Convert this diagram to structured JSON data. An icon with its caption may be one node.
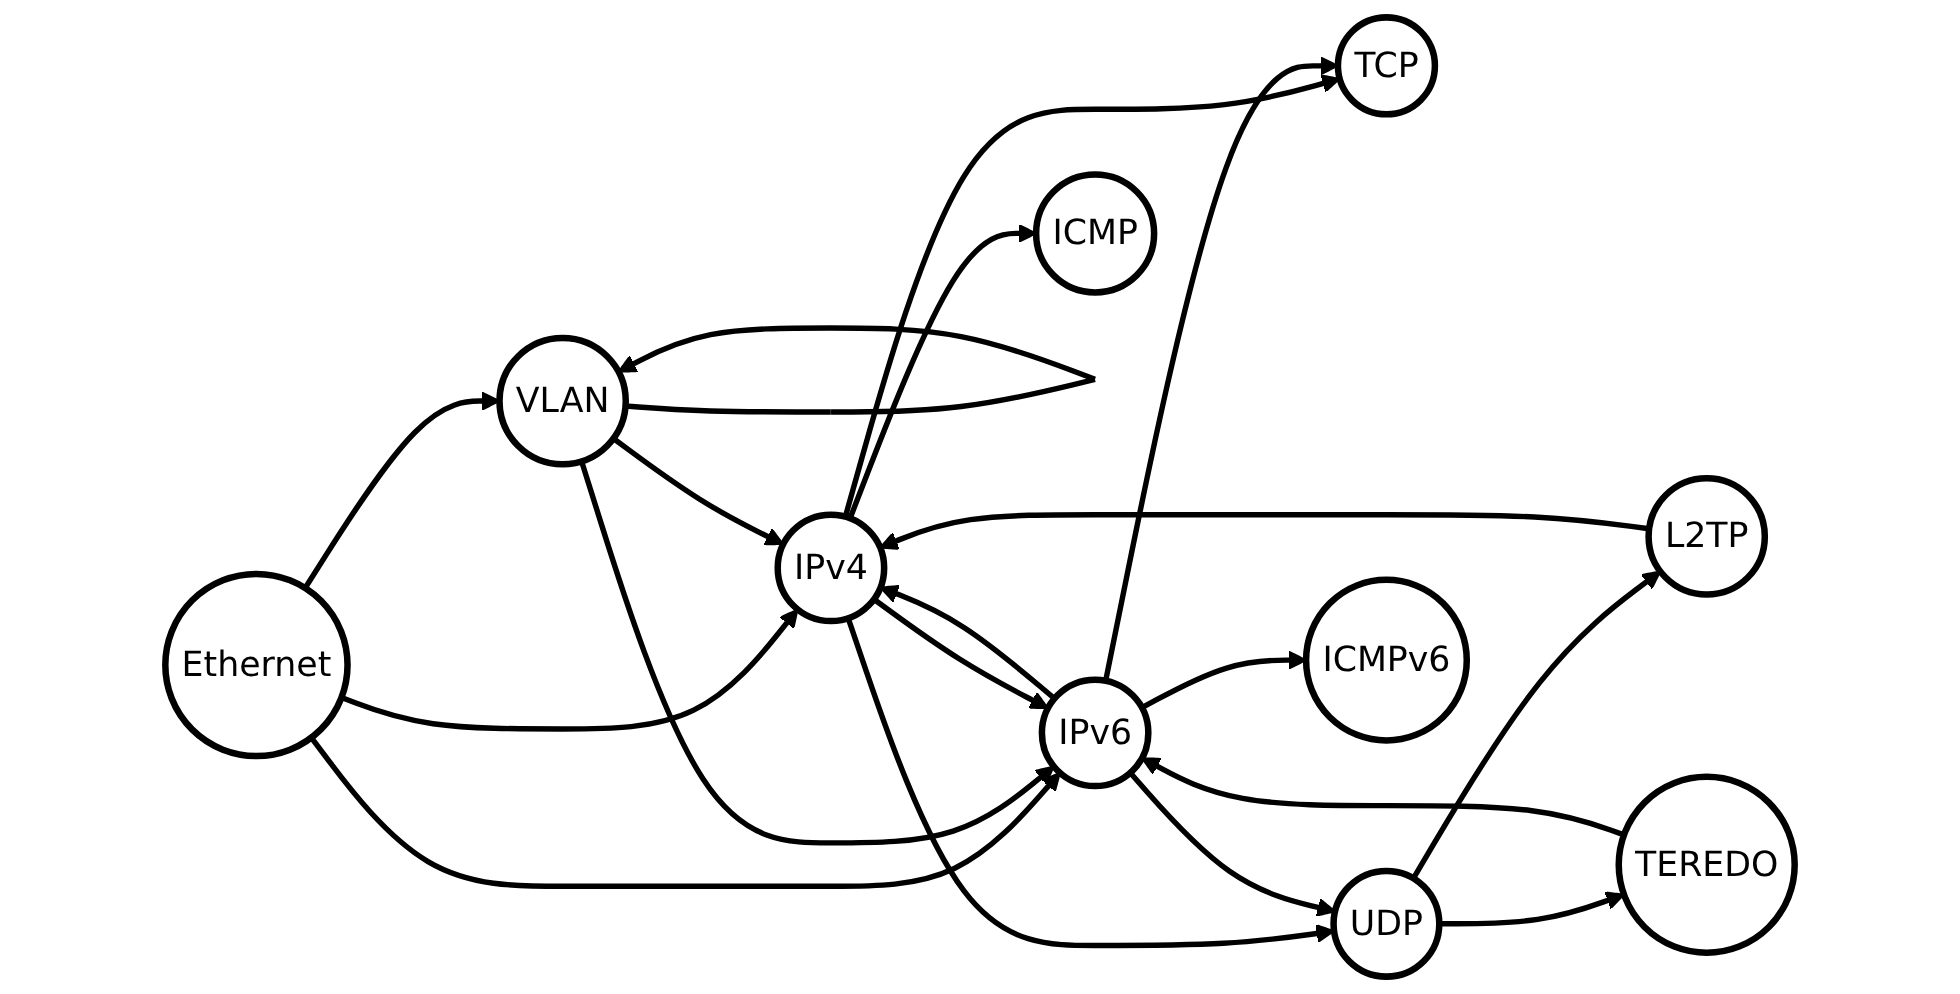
{
  "diagram": {
    "nodes": [
      {
        "text": [
          "Ethernet"
        ]
      },
      {
        "text": [
          "VLAN"
        ]
      },
      {
        "text": [
          "IPv4"
        ]
      },
      {
        "text": [
          "IPv6"
        ]
      },
      {
        "text": [
          "ICMP"
        ]
      },
      {
        "text": [
          "TCP"
        ]
      },
      {
        "text": [
          "UDP"
        ]
      },
      {
        "text": [
          "ICMPv6"
        ]
      },
      {
        "text": [
          "L2TP"
        ]
      },
      {
        "text": [
          "TEREDO"
        ]
      }
    ],
    "edges": [
      {
        "from": 0,
        "to": 1,
        "arrow": "to"
      },
      {
        "from": 0,
        "to": 2,
        "arrow": "to"
      },
      {
        "from": 0,
        "to": 3,
        "arrow": "to"
      },
      {
        "from": 1,
        "to": 1,
        "arrow": "to"
      },
      {
        "from": 1,
        "to": 2,
        "arrow": "to"
      },
      {
        "from": 1,
        "to": 3,
        "arrow": "to"
      },
      {
        "from": 2,
        "to": 3,
        "arrow": "to"
      },
      {
        "from": 3,
        "to": 2,
        "arrow": "to"
      },
      {
        "from": 2,
        "to": 4,
        "arrow": "to"
      },
      {
        "from": 2,
        "to": 5,
        "arrow": "to"
      },
      {
        "from": 2,
        "to": 6,
        "arrow": "to"
      },
      {
        "from": 3,
        "to": 5,
        "arrow": "to"
      },
      {
        "from": 3,
        "to": 6,
        "arrow": "to"
      },
      {
        "from": 3,
        "to": 7,
        "arrow": "to"
      },
      {
        "from": 6,
        "to": 8,
        "arrow": "to"
      },
      {
        "from": 6,
        "to": 9,
        "arrow": "to"
      },
      {
        "from": 8,
        "to": 2,
        "arrow": "to"
      },
      {
        "from": 9,
        "to": 3,
        "arrow": "to"
      }
    ]
  }
}
